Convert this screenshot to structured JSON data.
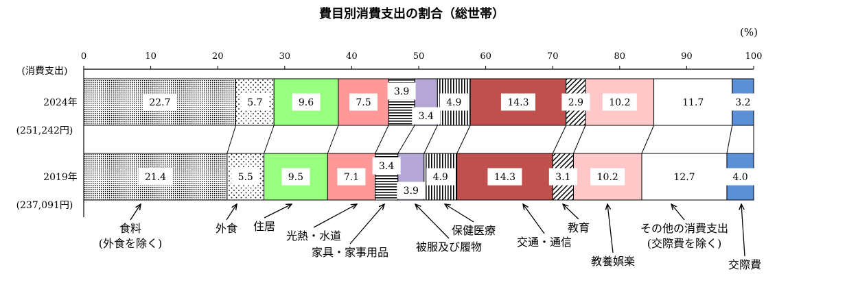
{
  "title": "費目別消費支出の割合（総世帯）",
  "unit": "(%)",
  "chart_data": {
    "type": "bar",
    "stacked": true,
    "orientation": "horizontal",
    "title": "費目別消費支出の割合（総世帯）",
    "unit": "(%)",
    "xlim": [
      0,
      100
    ],
    "x_ticks": [
      0,
      10,
      20,
      30,
      40,
      50,
      60,
      70,
      80,
      90,
      100
    ],
    "row_axis_label": "(消費支出)",
    "rows": [
      {
        "year": "2024年",
        "total": "(251,242円)"
      },
      {
        "year": "2019年",
        "total": "(237,091円)"
      }
    ],
    "categories": [
      {
        "name": "食料\n(外食を除く)",
        "color": "#ffffff",
        "pattern": "dense-dots"
      },
      {
        "name": "外食",
        "color": "#ffffff",
        "pattern": "sparse-dots"
      },
      {
        "name": "住居",
        "color": "#99ff80"
      },
      {
        "name": "光熱・水道",
        "color": "#ff9999"
      },
      {
        "name": "家具・家事用品",
        "color": "#ffffff",
        "pattern": "horizontal-stripes"
      },
      {
        "name": "被服及び履物",
        "color": "#b4a7d6"
      },
      {
        "name": "保健医療",
        "color": "#ffffff",
        "pattern": "vertical-stripes"
      },
      {
        "name": "交通・通信",
        "color": "#c0504d"
      },
      {
        "name": "教育",
        "color": "#ffffff",
        "pattern": "diagonal-hatch"
      },
      {
        "name": "教養娯楽",
        "color": "#ffc7c7"
      },
      {
        "name": "その他の消費支出\n(交際費を除く)",
        "color": "#ffffff"
      },
      {
        "name": "交際費",
        "color": "#5b8fd6"
      }
    ],
    "series": [
      {
        "row": "2024年",
        "values": [
          22.7,
          5.7,
          9.6,
          7.5,
          3.9,
          3.4,
          4.9,
          14.3,
          2.9,
          10.2,
          11.7,
          3.2
        ]
      },
      {
        "row": "2019年",
        "values": [
          21.4,
          5.5,
          9.5,
          7.1,
          3.4,
          3.9,
          4.9,
          14.3,
          3.1,
          10.2,
          12.7,
          4.0
        ]
      }
    ],
    "value_labels": [
      [
        "22.7",
        "5.7",
        "9.6",
        "7.5",
        "3.9",
        "3.4",
        "4.9",
        "14.3",
        "2.9",
        "10.2",
        "11.7",
        "3.2"
      ],
      [
        "21.4",
        "5.5",
        "9.5",
        "7.1",
        "3.4",
        "3.9",
        "4.9",
        "14.3",
        "3.1",
        "10.2",
        "12.7",
        "4.0"
      ]
    ]
  }
}
